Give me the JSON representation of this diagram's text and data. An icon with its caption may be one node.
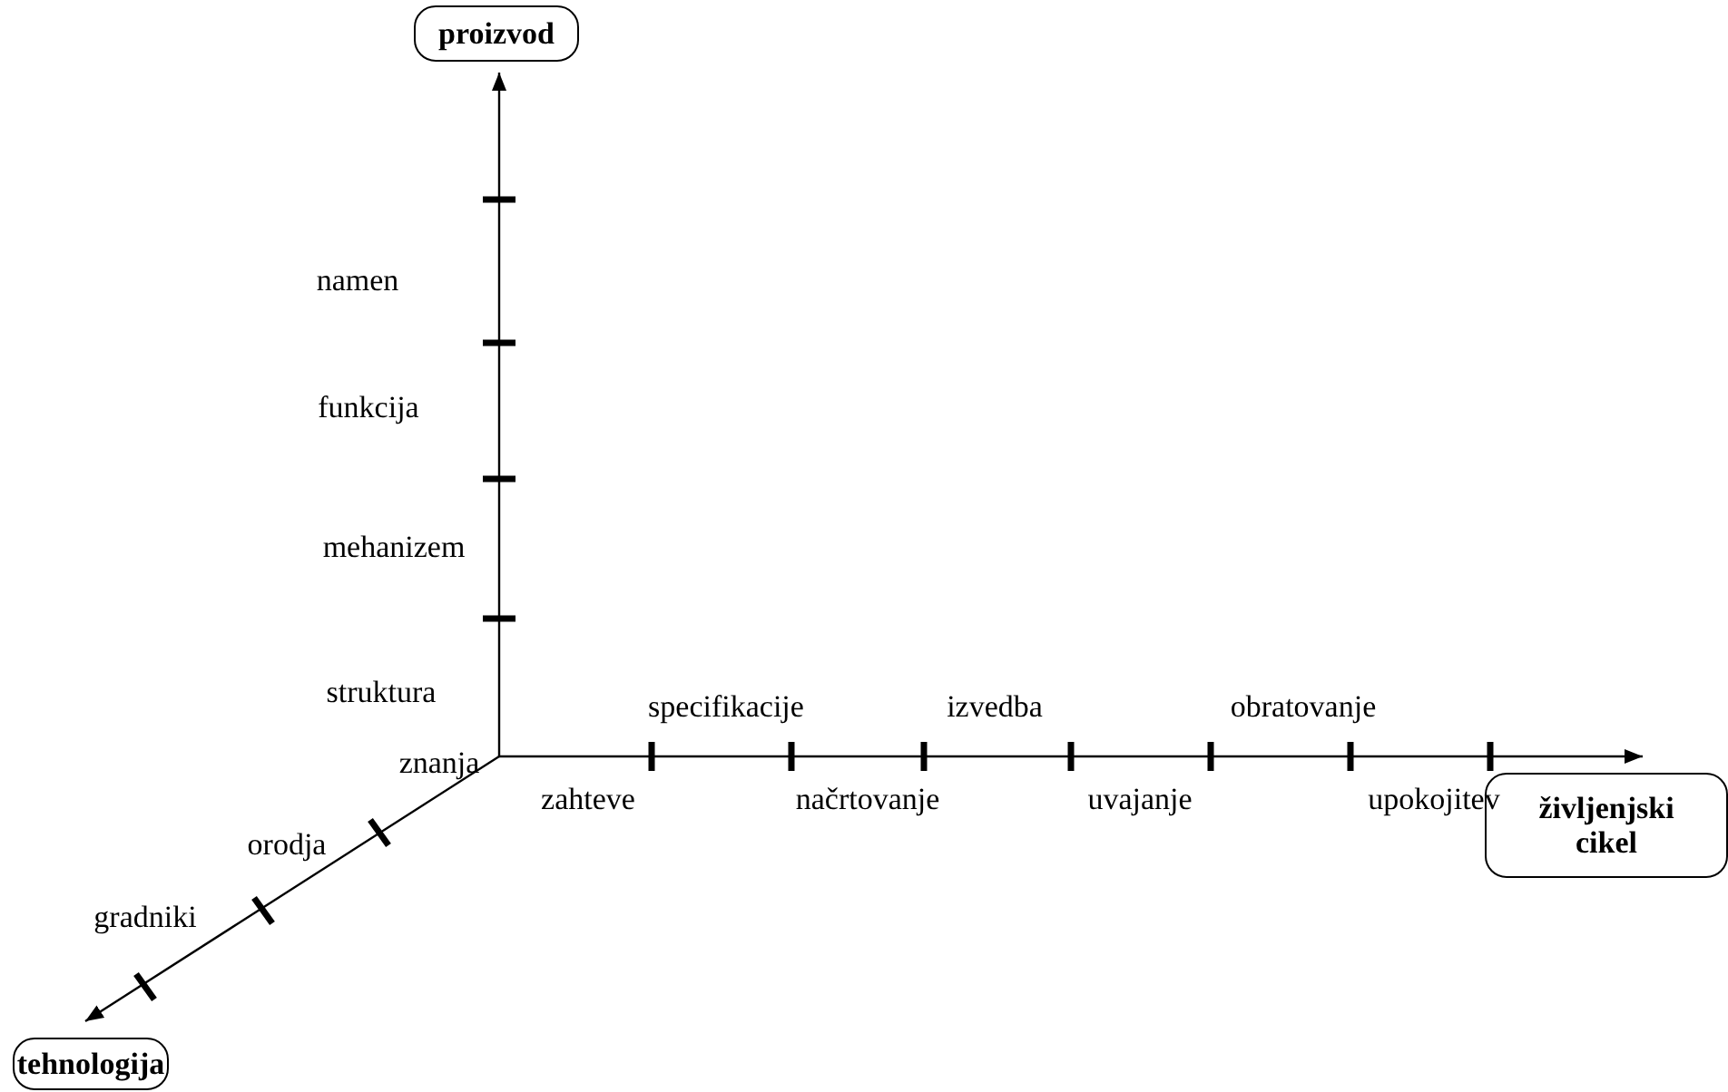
{
  "diagram": {
    "nodes": [
      {
        "text": [
          "proizvod"
        ]
      },
      {
        "text": [
          "življenjski cikel"
        ]
      },
      {
        "text": [
          "tehnologija"
        ]
      }
    ],
    "edges": [
      {
        "from": null,
        "to": 0,
        "arrow": "to"
      },
      {
        "from": null,
        "to": 1,
        "arrow": "to"
      },
      {
        "from": null,
        "to": 2,
        "arrow": "to"
      }
    ],
    "labels": [
      "namen",
      "funkcija",
      "mehanizem",
      "struktura",
      "specifikacije",
      "izvedba",
      "obratovanje",
      "znanja",
      "zahteve",
      "načrtovanje",
      "uvajanje",
      "upokojitev",
      "orodja",
      "gradniki"
    ]
  }
}
